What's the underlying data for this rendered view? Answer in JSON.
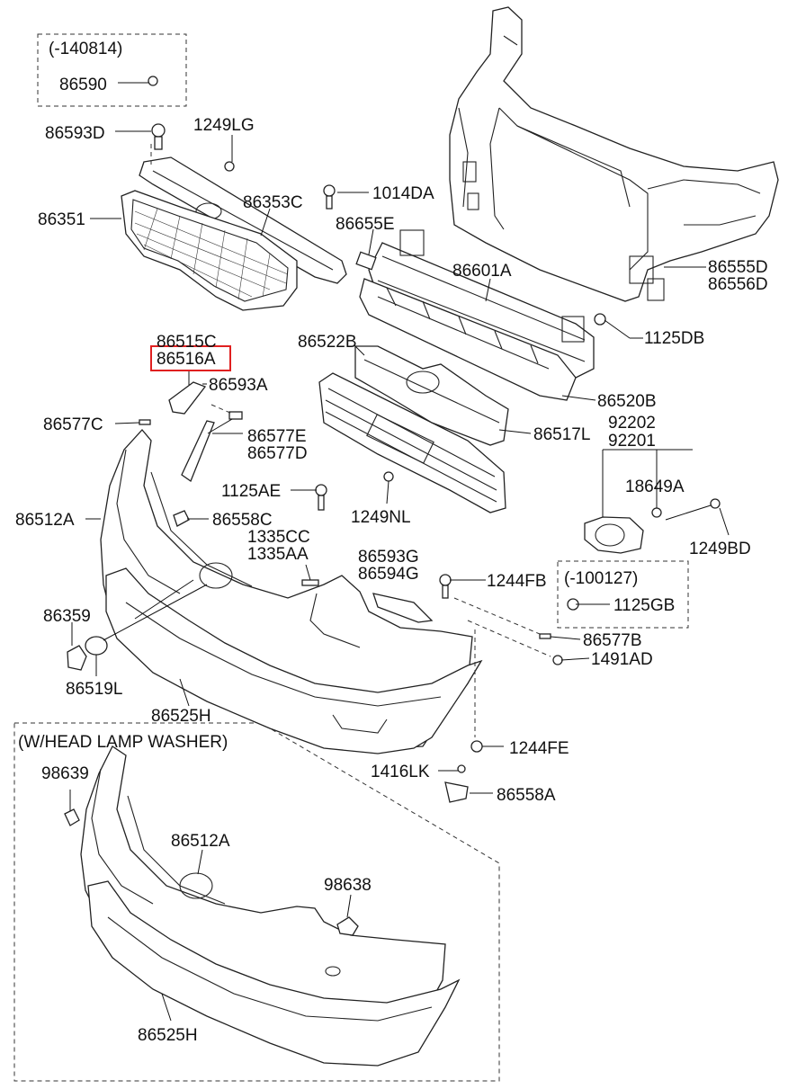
{
  "highlight_color": "#e02020",
  "box_labels": {
    "b1": "(-140814)",
    "b2": "(-100127)",
    "b3": "(W/HEAD LAMP WASHER)"
  },
  "parts": {
    "p86590": "86590",
    "p86593D": "86593D",
    "p1249LG": "1249LG",
    "p86351": "86351",
    "p86353C": "86353C",
    "p1014DA": "1014DA",
    "p86655E": "86655E",
    "p86601A": "86601A",
    "p86555D": "86555D",
    "p86556D": "86556D",
    "p1125DB": "1125DB",
    "p86515C": "86515C",
    "p86516A": "86516A",
    "p86522B": "86522B",
    "p86593A": "86593A",
    "p86520B": "86520B",
    "p86577C": "86577C",
    "p86577E": "86577E",
    "p86577D": "86577D",
    "p86517L": "86517L",
    "p92202": "92202",
    "p92201": "92201",
    "p1125AE": "1125AE",
    "p18649A": "18649A",
    "p86512A": "86512A",
    "p86558C": "86558C",
    "p1249NL": "1249NL",
    "p1249BD": "1249BD",
    "p1335CC": "1335CC",
    "p1335AA": "1335AA",
    "p86593G": "86593G",
    "p86594G": "86594G",
    "p1244FB": "1244FB",
    "p1125GB": "1125GB",
    "p86359": "86359",
    "p86577B": "86577B",
    "p1491AD": "1491AD",
    "p86519L": "86519L",
    "p86525H": "86525H",
    "p1244FE": "1244FE",
    "p1416LK": "1416LK",
    "p86558A": "86558A",
    "p98639": "98639",
    "p86512A_2": "86512A",
    "p98638": "98638",
    "p86525H_2": "86525H"
  }
}
